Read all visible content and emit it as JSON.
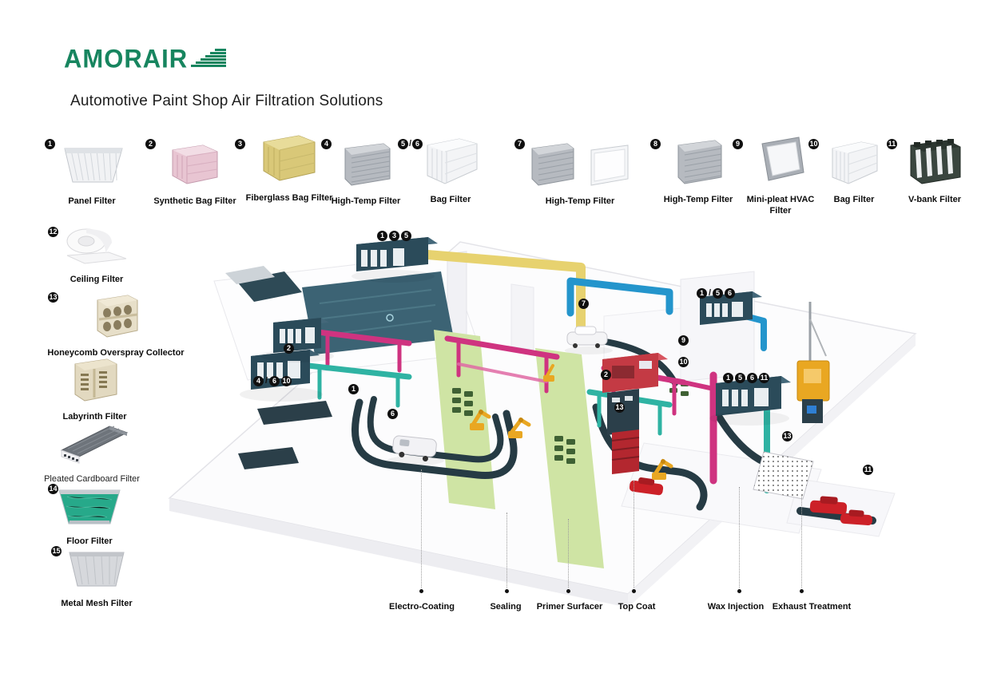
{
  "brand": {
    "logo_text": "AMORAIR",
    "logo_color": "#17855f"
  },
  "title": "Automotive Paint Shop Air Filtration Solutions",
  "legend_top": [
    {
      "num": "1",
      "label": "Panel Filter"
    },
    {
      "num": "2",
      "label": "Synthetic Bag Filter"
    },
    {
      "num": "3",
      "label": "Fiberglass Bag Filter"
    },
    {
      "num": "4",
      "label": "High-Temp Filter"
    },
    {
      "num": "5/6",
      "num_a": "5",
      "num_b": "6",
      "label": "Bag Filter"
    },
    {
      "num": "7",
      "label": "High-Temp Filter"
    },
    {
      "num": "8",
      "label": "High-Temp Filter"
    },
    {
      "num": "9",
      "label": "Mini-pleat HVAC Filter"
    },
    {
      "num": "10",
      "label": "Bag Filter"
    },
    {
      "num": "11",
      "label": "V-bank Filter"
    }
  ],
  "legend_side": [
    {
      "num": "12",
      "label": "Ceiling Filter"
    },
    {
      "num": "13",
      "label": "Honeycomb Overspray Collector"
    },
    {
      "num": "",
      "label": "Labyrinth Filter"
    },
    {
      "num": "",
      "label": "Pleated Cardboard Filter"
    },
    {
      "num": "14",
      "label": "Floor Filter"
    },
    {
      "num": "15",
      "label": "Metal Mesh Filter"
    }
  ],
  "diagram": {
    "badges": [
      {
        "items": [
          "1",
          "3",
          "5"
        ]
      },
      {
        "items": [
          "7"
        ]
      },
      {
        "items": [
          "1",
          "/",
          "5",
          "6"
        ]
      },
      {
        "items": [
          "9"
        ]
      },
      {
        "items": [
          "10"
        ]
      },
      {
        "items": [
          "2"
        ]
      },
      {
        "items": [
          "13"
        ]
      },
      {
        "items": [
          "1",
          "5",
          "6",
          "11"
        ]
      },
      {
        "items": [
          "13"
        ]
      },
      {
        "items": [
          "2"
        ]
      },
      {
        "items": [
          "4",
          "/",
          "6",
          "10"
        ]
      },
      {
        "items": [
          "1"
        ]
      },
      {
        "items": [
          "6"
        ]
      },
      {
        "items": [
          "11"
        ]
      }
    ],
    "stages": [
      {
        "name": "Electro-Coating"
      },
      {
        "name": "Sealing"
      },
      {
        "name": "Primer Surfacer"
      },
      {
        "name": "Top Coat"
      },
      {
        "name": "Wax Injection"
      },
      {
        "name": "Exhaust Treatment"
      }
    ]
  },
  "colors": {
    "brand_green": "#17855f",
    "ahu_dark": "#2b4b5a",
    "duct_yellow": "#e7d26f",
    "duct_cyan": "#2495cc",
    "duct_pink": "#cf3380",
    "duct_teal": "#2fb3a3",
    "lane_green": "#cfe4a4",
    "pool_teal": "#3c6374",
    "car_red": "#cc2128",
    "robot_yellow": "#e9a722"
  }
}
